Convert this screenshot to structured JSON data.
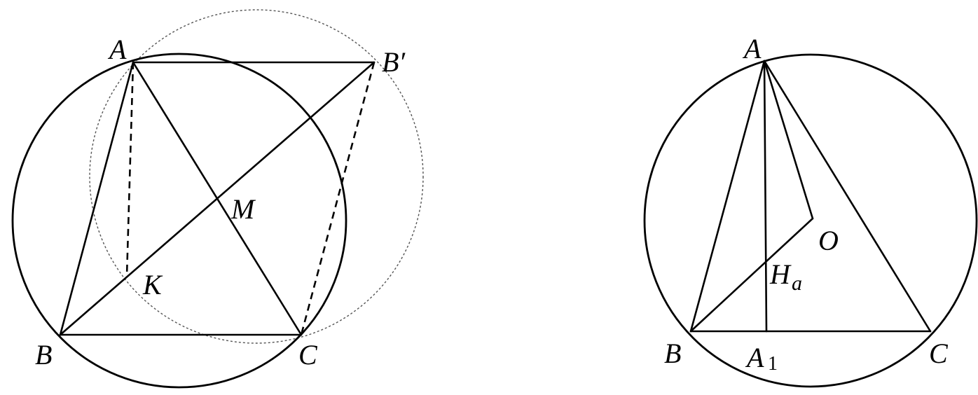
{
  "left_figure": {
    "labels": {
      "A": "A",
      "B_prime": "B′",
      "M": "M",
      "K": "K",
      "B": "B",
      "C": "C"
    }
  },
  "right_figure": {
    "labels": {
      "A": "A",
      "O": "O",
      "H": "H",
      "H_sub": "a",
      "B": "B",
      "A1": "A",
      "A1_sub": "1",
      "C": "C"
    }
  }
}
